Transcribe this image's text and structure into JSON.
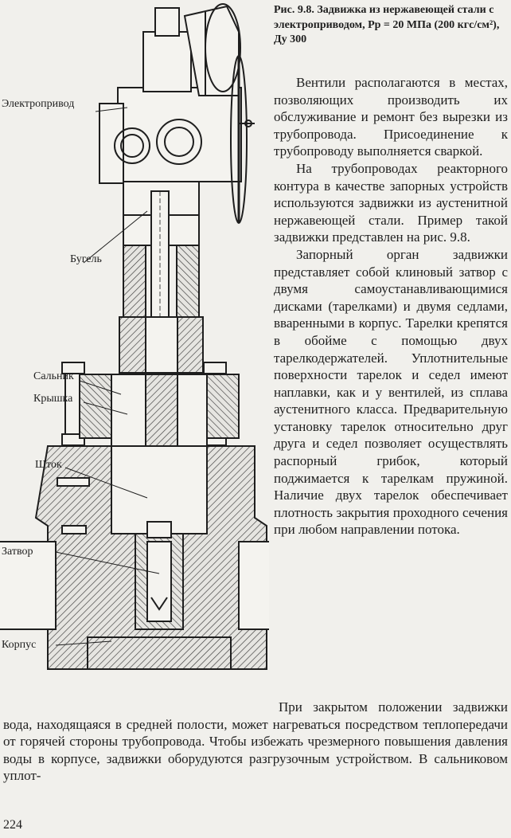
{
  "figure": {
    "caption": "Рис. 9.8. Задвижка из нержавеющей стали с электроприводом, Pр = 20 МПа (200 кгс/см²), Ду 300",
    "labels": {
      "drive": "Электропривод",
      "yoke": "Бугель",
      "gland": "Сальник",
      "cover": "Крышка",
      "stem": "Шток",
      "gate": "Затвор",
      "body": "Корпус"
    }
  },
  "text": {
    "para1": "Вентили располагаются в местах, позволяющих производить их обслуживание и ремонт без вырезки из трубопровода. Присоединение к трубопроводу выполняется сваркой.",
    "para2": "На трубопроводах реакторного контура в качестве запорных устройств используются задвижки из аустенитной нержавеющей стали. Пример такой задвижки представлен на рис. 9.8.",
    "para3": "Запорный орган задвижки представляет собой клиновый затвор с двумя самоустанавливающимися дисками (тарелками) и двумя седлами, вваренными в корпус. Тарелки крепятся в обойме с помощью двух тарелкодержателей. Уплотнительные поверхности тарелок и седел имеют наплавки, как и у вентилей, из сплава аустенитного класса. Предварительную установку тарелок относительно друг друга и седел позволяет осуществлять распорный грибок, который поджимается к тарелкам пружиной. Наличие двух тарелок обеспечивает плотность закрытия проходного сечения при любом направлении потока.",
    "para4": "При закрытом положении задвижки вода, находящаяся в средней полости, может нагреваться посредством теплопередачи от горячей стороны трубопровода. Чтобы избежать чрезмерного повышения давления воды в корпусе, задвижки оборудуются разгрузочным устройством. В сальниковом уплот-"
  },
  "page_number": "224"
}
